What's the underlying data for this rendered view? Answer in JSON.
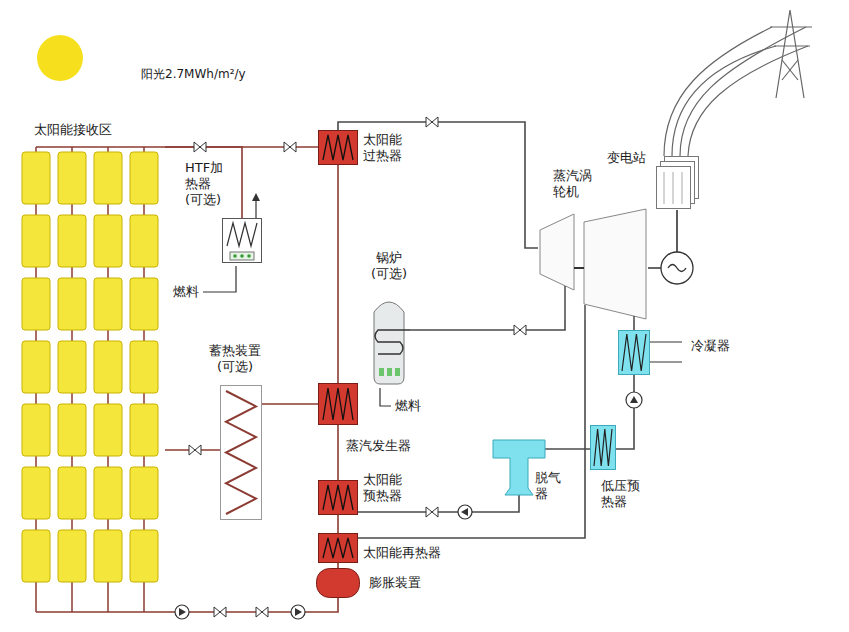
{
  "diagram": {
    "nodes": [
      {
        "text": [
          "太阳能接收区"
        ]
      },
      {
        "text": [
          "HTF加 热器 (可选)"
        ]
      },
      {
        "text": [
          "蓄热装置 (可选)"
        ]
      },
      {
        "text": [
          "太阳能 过热器"
        ]
      },
      {
        "text": [
          "锅炉 (可选)"
        ]
      },
      {
        "text": [
          "蒸汽发生器"
        ]
      },
      {
        "text": [
          "太阳能 预热器"
        ]
      },
      {
        "text": [
          "太阳能再热器"
        ]
      },
      {
        "text": [
          "膨胀装置"
        ]
      },
      {
        "text": [
          "脱气 器"
        ]
      },
      {
        "text": [
          "低压预 热器"
        ]
      },
      {
        "text": [
          "冷凝器"
        ]
      },
      {
        "text": [
          "蒸汽涡 轮机"
        ]
      },
      {
        "text": [
          "变电站"
        ]
      }
    ],
    "edges": [
      {
        "from": 0,
        "to": 1,
        "arrow": "none"
      },
      {
        "from": 0,
        "to": 2,
        "arrow": "none"
      },
      {
        "from": 0,
        "to": 3,
        "arrow": "none"
      },
      {
        "from": 3,
        "to": 5,
        "arrow": "none"
      },
      {
        "from": 5,
        "to": 6,
        "arrow": "none"
      },
      {
        "from": 6,
        "to": 7,
        "arrow": "none"
      },
      {
        "from": 7,
        "to": 8,
        "arrow": "none"
      },
      {
        "from": 8,
        "to": 0,
        "arrow": "none"
      },
      {
        "from": 2,
        "to": 5,
        "arrow": "none"
      },
      {
        "from": 9,
        "to": 6,
        "arrow": "none"
      },
      {
        "from": 3,
        "to": 12,
        "arrow": "none"
      },
      {
        "from": 4,
        "to": 12,
        "arrow": "none"
      },
      {
        "from": 7,
        "to": 12,
        "arrow": "none"
      },
      {
        "from": 12,
        "to": 11,
        "arrow": "none"
      },
      {
        "from": 11,
        "to": 10,
        "arrow": "none"
      },
      {
        "from": 10,
        "to": 9,
        "arrow": "none"
      },
      {
        "from": 12,
        "to": 13,
        "arrow": "none"
      }
    ],
    "labels": [
      "阳光2.7MWh/m²/y",
      "燃料",
      "燃料"
    ]
  }
}
